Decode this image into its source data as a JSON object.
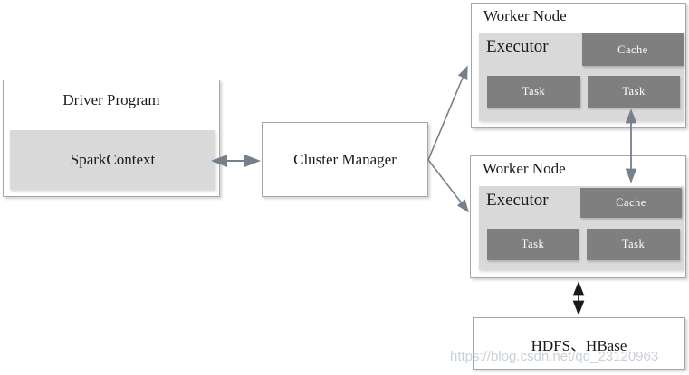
{
  "diagram": {
    "driver_program": {
      "title": "Driver Program",
      "spark_context_label": "SparkContext"
    },
    "cluster_manager": {
      "title": "Cluster Manager"
    },
    "worker_nodes": [
      {
        "title": "Worker Node",
        "executor_label": "Executor",
        "cache_label": "Cache",
        "tasks": [
          "Task",
          "Task"
        ]
      },
      {
        "title": "Worker Node",
        "executor_label": "Executor",
        "cache_label": "Cache",
        "tasks": [
          "Task",
          "Task"
        ]
      }
    ],
    "storage": {
      "title": "HDFS、HBase"
    },
    "watermark": "https://blog.csdn.net/qq_23120963",
    "colors": {
      "box_border": "#a6a6a6",
      "light_gray_fill": "#d9d9d9",
      "dark_gray_fill": "#7f7f7f",
      "arrow_gray": "#75808c",
      "arrow_black": "#1a1a1a",
      "watermark_text": "#c9d1d8"
    }
  }
}
